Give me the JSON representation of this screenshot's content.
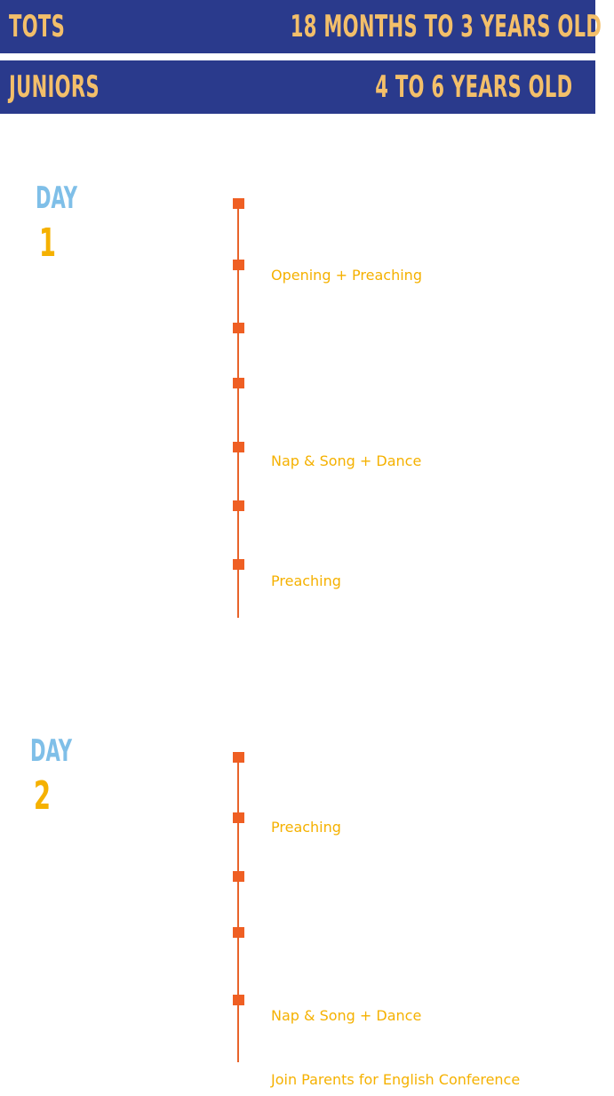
{
  "banners": {
    "tots": {
      "label": "TOTS",
      "age": "18 MONTHS TO 3 YEARS OLD"
    },
    "juniors": {
      "label": "JUNIORS",
      "age": "4 TO 6 YEARS OLD"
    }
  },
  "days": [
    {
      "label": "DAY",
      "number": "1",
      "events": [
        "Opening + Preaching",
        "Nap & Song + Dance",
        "Preaching"
      ]
    },
    {
      "label": "DAY",
      "number": "2",
      "events": [
        "Preaching",
        "Nap & Song + Dance",
        "Join Parents for English Conference"
      ]
    }
  ],
  "colors": {
    "banner_bg": "#2a3a8c",
    "banner_text": "#f3bf6a",
    "day_label": "#7fbfe8",
    "day_number": "#f5b100",
    "marker": "#ef5f23",
    "event_text": "#f5b100"
  }
}
